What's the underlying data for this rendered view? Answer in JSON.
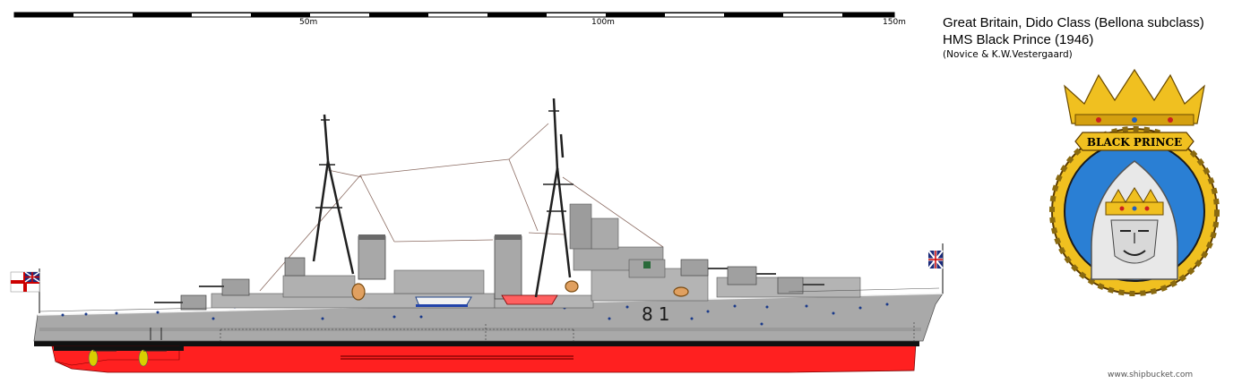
{
  "scale_bar": {
    "labels": [
      "50m",
      "100m",
      "150m"
    ]
  },
  "title": {
    "line1": "Great Britain, Dido Class (Bellona subclass)",
    "line2": "HMS Black Prince (1946)",
    "credit": "(Novice & K.W.Vestergaard)"
  },
  "ship": {
    "pennant_number": "81"
  },
  "badge": {
    "scroll_text": "BLACK PRINCE"
  },
  "watermark": "www.shipbucket.com",
  "colors": {
    "hull_grey": "#a9a9a9",
    "hull_dark": "#8c8c8c",
    "boot_top": "#000000",
    "antifouling": "#ff2020",
    "badge_gold": "#f0c020",
    "badge_blue": "#2a7fd4",
    "mast_dark": "#202020"
  },
  "icons": [
    "white-ensign-icon",
    "union-jack-icon",
    "naval-crown-icon",
    "helmet-icon"
  ]
}
